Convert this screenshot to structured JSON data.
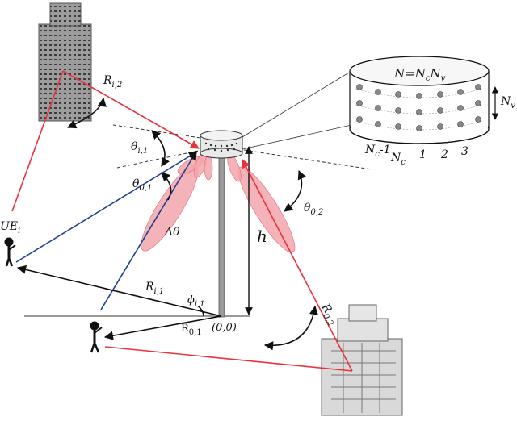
{
  "labels": {
    "ue_i": "UE",
    "ue_i_sub": "i",
    "r_i2": "R",
    "r_i2_sub": "i,2",
    "r_i1": "R",
    "r_i1_sub": "i,1",
    "r_01": "R",
    "r_01_sub": "0,1",
    "r_02": "R",
    "r_02_sub": "0,2",
    "theta_i1": "θ",
    "theta_i1_sub": "i,1",
    "theta_01": "θ",
    "theta_01_sub": "0,1",
    "theta_02": "θ",
    "theta_02_sub": "0,2",
    "delta_theta": "Δθ",
    "phi_i1": "ϕ",
    "phi_i1_sub": "i,1",
    "h": "h",
    "origin": "(0,0)",
    "array_formula": "N=N",
    "array_formula_c": "c",
    "array_formula_n": "N",
    "array_formula_v": "v",
    "nv": "N",
    "nv_sub": "v",
    "nc_minus": "N",
    "nc_minus_sub": "c",
    "nc_minus_tail": "-1",
    "nc": "N",
    "nc_sub": "c",
    "col1": "1",
    "col2": "2",
    "col3": "3"
  },
  "colors": {
    "red": "#e8323c",
    "blue": "#1f3f8f",
    "beam": "#f2a6ad",
    "pole": "#9a9a9a"
  }
}
